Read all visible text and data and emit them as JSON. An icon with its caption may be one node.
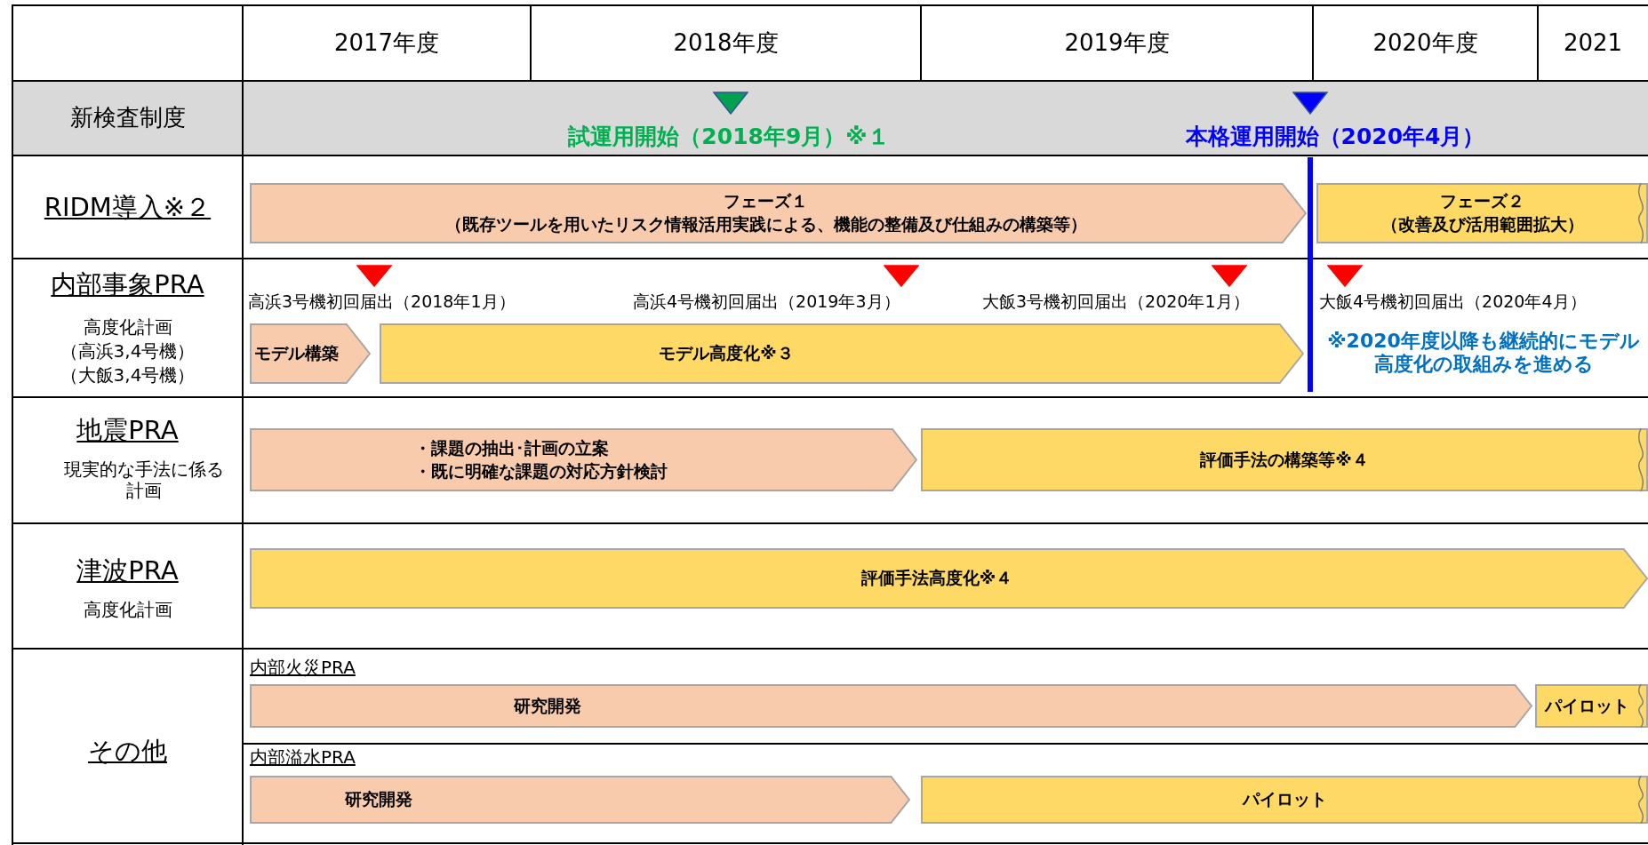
{
  "diagram": {
    "nodes": [
      {
        "text": [
          "フェーズ１",
          "（既存ツールを用いたリスク情報活用実践による、機能の整備及び仕組みの構築等）"
        ]
      },
      {
        "text": [
          "フェーズ２",
          "（改善及び活用範囲拡大）"
        ]
      },
      {
        "text": [
          "モデル構築"
        ]
      },
      {
        "text": [
          "モデル高度化※３"
        ]
      },
      {
        "text": [
          "・課題の抽出･計画の立案",
          "・既に明確な課題の対応方針検討"
        ]
      },
      {
        "text": [
          "評価手法の構築等※４"
        ]
      },
      {
        "text": [
          "評価手法高度化※４"
        ]
      },
      {
        "text": [
          "研究開発"
        ]
      },
      {
        "text": [
          "パイロット"
        ]
      },
      {
        "text": [
          "研究開発"
        ]
      },
      {
        "text": [
          "パイロット"
        ]
      }
    ],
    "labels": [
      "2017年度",
      "2018年度",
      "2019年度",
      "2020年度",
      "2021",
      "新検査制度",
      "試運用開始（2018年9月）※１",
      "本格運用開始（2020年4月）",
      "RIDM導入※２",
      "内部事象PRA",
      "高度化計画",
      "（高浜3,4号機）",
      "（大飯3,4号機）",
      "高浜3号機初回届出（2018年1月）",
      "高浜4号機初回届出（2019年3月）",
      "大飯3号機初回届出（2020年1月）",
      "大飯4号機初回届出（2020年4月）",
      "※2020年度以降も継続的にモデル高度化の取組みを進める",
      "地震PRA",
      "現実的な手法に係る計画",
      "津波PRA",
      "高度化計画",
      "その他",
      "内部火災PRA",
      "内部溢水PRA"
    ]
  }
}
